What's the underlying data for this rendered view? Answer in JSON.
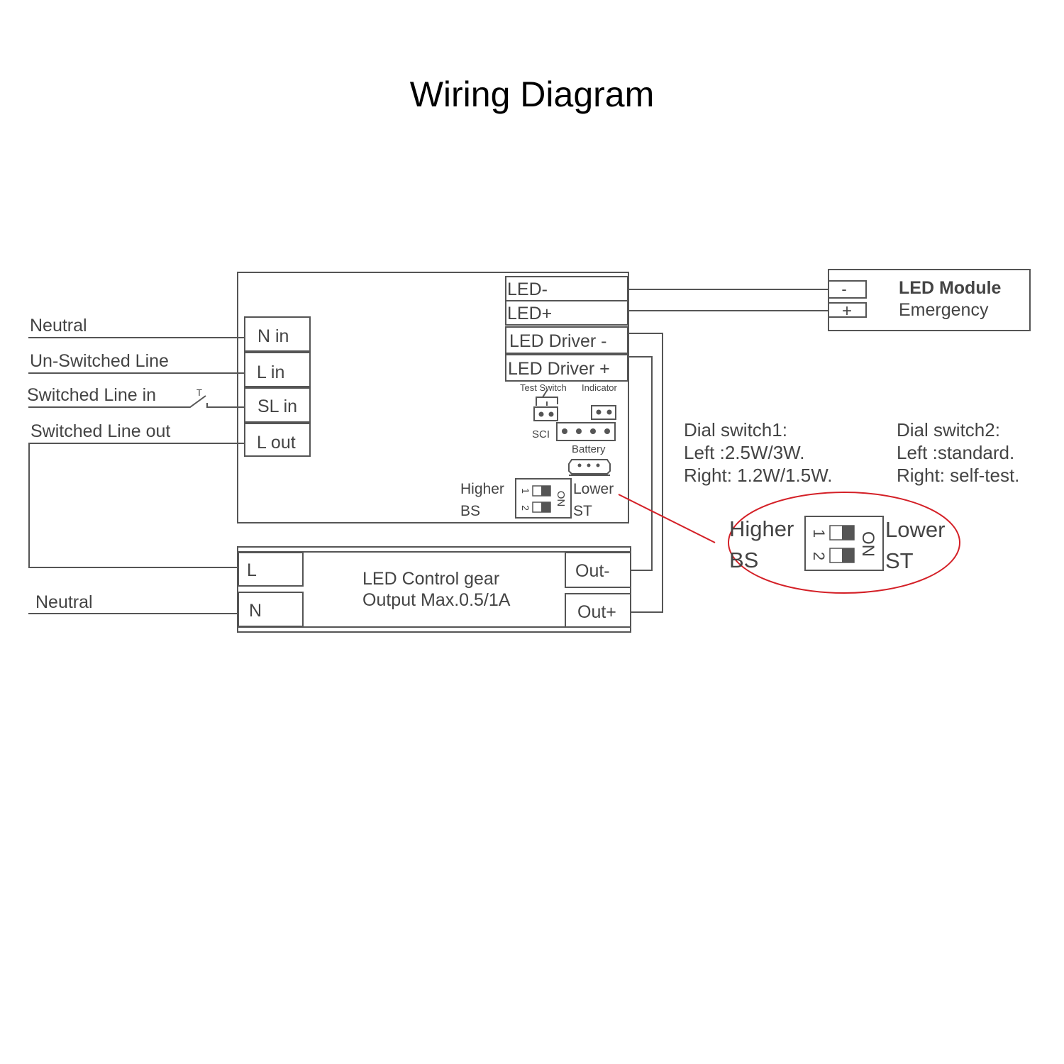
{
  "title": "Wiring Diagram",
  "wires": {
    "neutral_top": "Neutral",
    "unswitched": "Un-Switched Line",
    "switched_in": "Switched Line in",
    "switch_mark": "T",
    "switched_out": "Switched Line out",
    "neutral_bottom": "Neutral"
  },
  "module_terminals": {
    "n_in": "N in",
    "l_in": "L in",
    "sl_in": "SL in",
    "l_out": "L out"
  },
  "led_terminals": {
    "led_minus": "LED-",
    "led_plus": "LED+",
    "driver_minus": "LED Driver -",
    "driver_plus": "LED Driver +"
  },
  "components": {
    "test_switch": "Test Switch",
    "indicator": "Indicator",
    "sci": "SCI",
    "battery": "Battery"
  },
  "dip": {
    "higher": "Higher",
    "bs": "BS",
    "lower": "Lower",
    "st": "ST",
    "one": "1",
    "two": "2",
    "on": "ON"
  },
  "control_gear": {
    "l": "L",
    "n": "N",
    "line1": "LED Control gear",
    "line2": "Output Max.0.5/1A",
    "out_minus": "Out-",
    "out_plus": "Out+"
  },
  "led_module": {
    "minus": "-",
    "plus": "+",
    "title": "LED Module",
    "subtitle": "Emergency"
  },
  "notes": {
    "dial1": [
      "Dial switch1:",
      "Left :2.5W/3W.",
      "Right: 1.2W/1.5W."
    ],
    "dial2": [
      "Dial switch2:",
      "Left :standard.",
      "Right: self-test."
    ]
  },
  "colors": {
    "highlight": "#d42027",
    "line": "#555555"
  }
}
